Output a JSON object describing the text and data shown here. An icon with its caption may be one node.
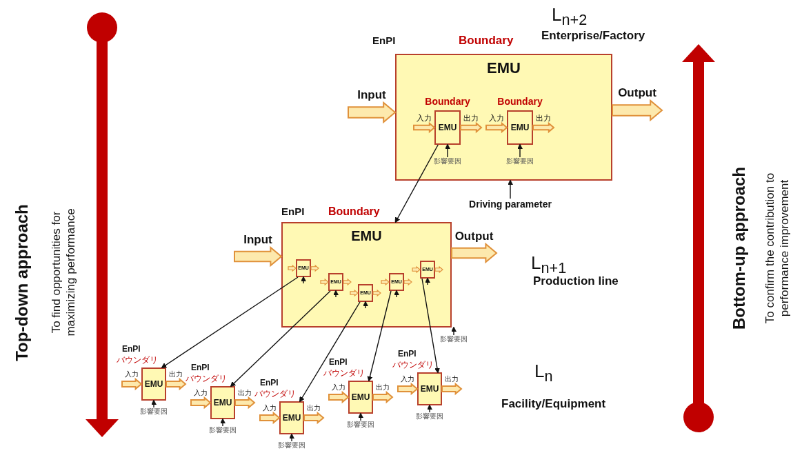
{
  "diagram": {
    "nodes": [
      {
        "text": [
          "EMU"
        ],
        "beside": [
          "EnPI",
          "Boundary"
        ]
      },
      {
        "text": [
          "EMU"
        ],
        "beside": [
          "Boundary"
        ],
        "in": 0
      },
      {
        "text": [
          "EMU"
        ],
        "beside": [
          "Boundary"
        ],
        "in": 0
      },
      {
        "text": [
          "影響要因"
        ],
        "in": 0
      },
      {
        "text": [
          "影響要因"
        ],
        "in": 0
      },
      {
        "text": [
          "Driving parameter"
        ]
      },
      {
        "text": [
          "EMU"
        ],
        "beside": [
          "EnPI",
          "Boundary"
        ]
      },
      {
        "text": [
          "EMU"
        ],
        "in": 6
      },
      {
        "text": [
          "EMU"
        ],
        "in": 6
      },
      {
        "text": [
          "EMU"
        ],
        "in": 6
      },
      {
        "text": [
          "EMU"
        ],
        "in": 6
      },
      {
        "text": [
          "EMU"
        ],
        "in": 6
      },
      {
        "text": [
          "影響要因"
        ]
      },
      {
        "text": [
          "EMU"
        ],
        "beside": [
          "EnPI",
          "バウンダリ"
        ]
      },
      {
        "text": [
          "EMU"
        ],
        "beside": [
          "EnPI",
          "バウンダリ"
        ]
      },
      {
        "text": [
          "EMU"
        ],
        "beside": [
          "EnPI",
          "バウンダリ"
        ]
      },
      {
        "text": [
          "EMU"
        ],
        "beside": [
          "EnPI",
          "バウンダリ"
        ]
      },
      {
        "text": [
          "EMU"
        ],
        "beside": [
          "EnPI",
          "バウンダリ"
        ]
      },
      {
        "text": [
          "影響要因"
        ]
      },
      {
        "text": [
          "影響要因"
        ]
      },
      {
        "text": [
          "影響要因"
        ]
      },
      {
        "text": [
          "影響要因"
        ]
      },
      {
        "text": [
          "影響要因"
        ]
      }
    ],
    "edges": [
      {
        "from": null,
        "to": 0,
        "arrow": "to",
        "label": "Input",
        "style": "thick",
        "color": "#e0913a"
      },
      {
        "from": 0,
        "to": null,
        "arrow": "to",
        "label": "Output",
        "style": "thick",
        "color": "#e0913a"
      },
      {
        "from": null,
        "to": 1,
        "arrow": "to",
        "label": "入力",
        "style": "thick",
        "color": "#e0913a"
      },
      {
        "from": 1,
        "to": null,
        "arrow": "to",
        "label": "出力",
        "style": "thick",
        "color": "#e0913a"
      },
      {
        "from": null,
        "to": 2,
        "arrow": "to",
        "label": "入力",
        "style": "thick",
        "color": "#e0913a"
      },
      {
        "from": 2,
        "to": null,
        "arrow": "to",
        "label": "出力",
        "style": "thick",
        "color": "#e0913a"
      },
      {
        "from": 3,
        "to": 1,
        "arrow": "to"
      },
      {
        "from": 4,
        "to": 2,
        "arrow": "to"
      },
      {
        "from": 5,
        "to": 0,
        "arrow": "to"
      },
      {
        "from": 1,
        "to": 6,
        "arrow": "to"
      },
      {
        "from": null,
        "to": 6,
        "arrow": "to",
        "label": "Input",
        "style": "thick",
        "color": "#e0913a"
      },
      {
        "from": 6,
        "to": null,
        "arrow": "to",
        "label": "Output",
        "style": "thick",
        "color": "#e0913a"
      },
      {
        "from": 12,
        "to": 6,
        "arrow": "to"
      },
      {
        "from": null,
        "to": 7,
        "arrow": "to",
        "style": "thick",
        "color": "#e0913a"
      },
      {
        "from": 7,
        "to": null,
        "arrow": "to",
        "style": "thick",
        "color": "#e0913a"
      },
      {
        "from": null,
        "to": 7,
        "arrow": "to"
      },
      {
        "from": null,
        "to": 8,
        "arrow": "to",
        "style": "thick",
        "color": "#e0913a"
      },
      {
        "from": 8,
        "to": null,
        "arrow": "to",
        "style": "thick",
        "color": "#e0913a"
      },
      {
        "from": null,
        "to": 8,
        "arrow": "to"
      },
      {
        "from": null,
        "to": 9,
        "arrow": "to",
        "style": "thick",
        "color": "#e0913a"
      },
      {
        "from": 9,
        "to": null,
        "arrow": "to",
        "style": "thick",
        "color": "#e0913a"
      },
      {
        "from": null,
        "to": 9,
        "arrow": "to"
      },
      {
        "from": null,
        "to": 10,
        "arrow": "to",
        "style": "thick",
        "color": "#e0913a"
      },
      {
        "from": 10,
        "to": null,
        "arrow": "to",
        "style": "thick",
        "color": "#e0913a"
      },
      {
        "from": null,
        "to": 10,
        "arrow": "to"
      },
      {
        "from": null,
        "to": 11,
        "arrow": "to",
        "style": "thick",
        "color": "#e0913a"
      },
      {
        "from": 11,
        "to": null,
        "arrow": "to",
        "style": "thick",
        "color": "#e0913a"
      },
      {
        "from": null,
        "to": 11,
        "arrow": "to"
      },
      {
        "from": 7,
        "to": 13,
        "arrow": "to"
      },
      {
        "from": 8,
        "to": 14,
        "arrow": "to"
      },
      {
        "from": 9,
        "to": 15,
        "arrow": "to"
      },
      {
        "from": 10,
        "to": 16,
        "arrow": "to"
      },
      {
        "from": 11,
        "to": 17,
        "arrow": "to"
      },
      {
        "from": null,
        "to": 13,
        "arrow": "to",
        "label": "入力",
        "style": "thick",
        "color": "#e0913a"
      },
      {
        "from": 13,
        "to": null,
        "arrow": "to",
        "label": "出力",
        "style": "thick",
        "color": "#e0913a"
      },
      {
        "from": 18,
        "to": 13,
        "arrow": "to"
      },
      {
        "from": null,
        "to": 14,
        "arrow": "to",
        "label": "入力",
        "style": "thick",
        "color": "#e0913a"
      },
      {
        "from": 14,
        "to": null,
        "arrow": "to",
        "label": "出力",
        "style": "thick",
        "color": "#e0913a"
      },
      {
        "from": 19,
        "to": 14,
        "arrow": "to"
      },
      {
        "from": null,
        "to": 15,
        "arrow": "to",
        "label": "入力",
        "style": "thick",
        "color": "#e0913a"
      },
      {
        "from": 15,
        "to": null,
        "arrow": "to",
        "label": "出力",
        "style": "thick",
        "color": "#e0913a"
      },
      {
        "from": 20,
        "to": 15,
        "arrow": "to"
      },
      {
        "from": null,
        "to": 16,
        "arrow": "to",
        "label": "入力",
        "style": "thick",
        "color": "#e0913a"
      },
      {
        "from": 16,
        "to": null,
        "arrow": "to",
        "label": "出力",
        "style": "thick",
        "color": "#e0913a"
      },
      {
        "from": 21,
        "to": 16,
        "arrow": "to"
      },
      {
        "from": null,
        "to": 17,
        "arrow": "to",
        "label": "入力",
        "style": "thick",
        "color": "#e0913a"
      },
      {
        "from": 17,
        "to": null,
        "arrow": "to",
        "label": "出力",
        "style": "thick",
        "color": "#e0913a"
      },
      {
        "from": 22,
        "to": 17,
        "arrow": "to"
      }
    ],
    "labels": [
      "L$_{n+2}$",
      "Enterprise/Factory",
      "L$_{n+1}$",
      "Production line",
      "L$_{n}$",
      "Facility/Equipment",
      "Top-down approach",
      "To find opportunities for maximizing performance",
      "Bottom-up approach",
      "To confirm the contribution to performance improvement"
    ]
  }
}
